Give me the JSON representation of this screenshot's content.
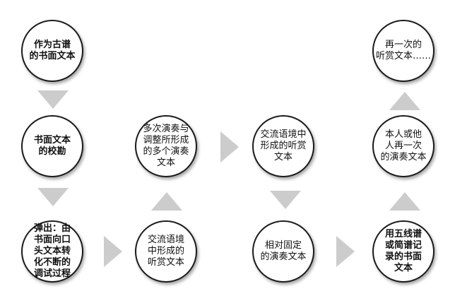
{
  "colors": {
    "arrow": "#cccccc",
    "border": "#1a1a1a",
    "text": "#111111"
  },
  "nodes": {
    "n1": "作为古谱\n的书面文本",
    "n2": "书面文本\n的校勘",
    "n3": "弹出：由\n书面向口\n头文本转\n化不断的\n调试过程",
    "n4": "交流语境\n中形成的\n听赏文本",
    "n5": "多次演奏与\n调整所形成\n的多个演奏\n文本",
    "n6": "交流语境中\n形成的听赏\n文本",
    "n7": "相对固定\n的演奏文本",
    "n8": "用五线谱\n或简谱记\n录的书面\n文本",
    "n9": "本人或他\n人再一次\n的演奏文本",
    "n10": "再一次的\n听赏文本……"
  },
  "arrows": [
    {
      "name": "arrow-n1-to-n2",
      "direction": "down"
    },
    {
      "name": "arrow-n2-to-n3",
      "direction": "down"
    },
    {
      "name": "arrow-n3-to-n4",
      "direction": "right"
    },
    {
      "name": "arrow-n4-to-n5",
      "direction": "up"
    },
    {
      "name": "arrow-n5-to-n6",
      "direction": "right"
    },
    {
      "name": "arrow-n6-to-n7",
      "direction": "down"
    },
    {
      "name": "arrow-n7-to-n8",
      "direction": "right"
    },
    {
      "name": "arrow-n8-to-n9",
      "direction": "up"
    },
    {
      "name": "arrow-n9-to-n10",
      "direction": "up"
    }
  ]
}
